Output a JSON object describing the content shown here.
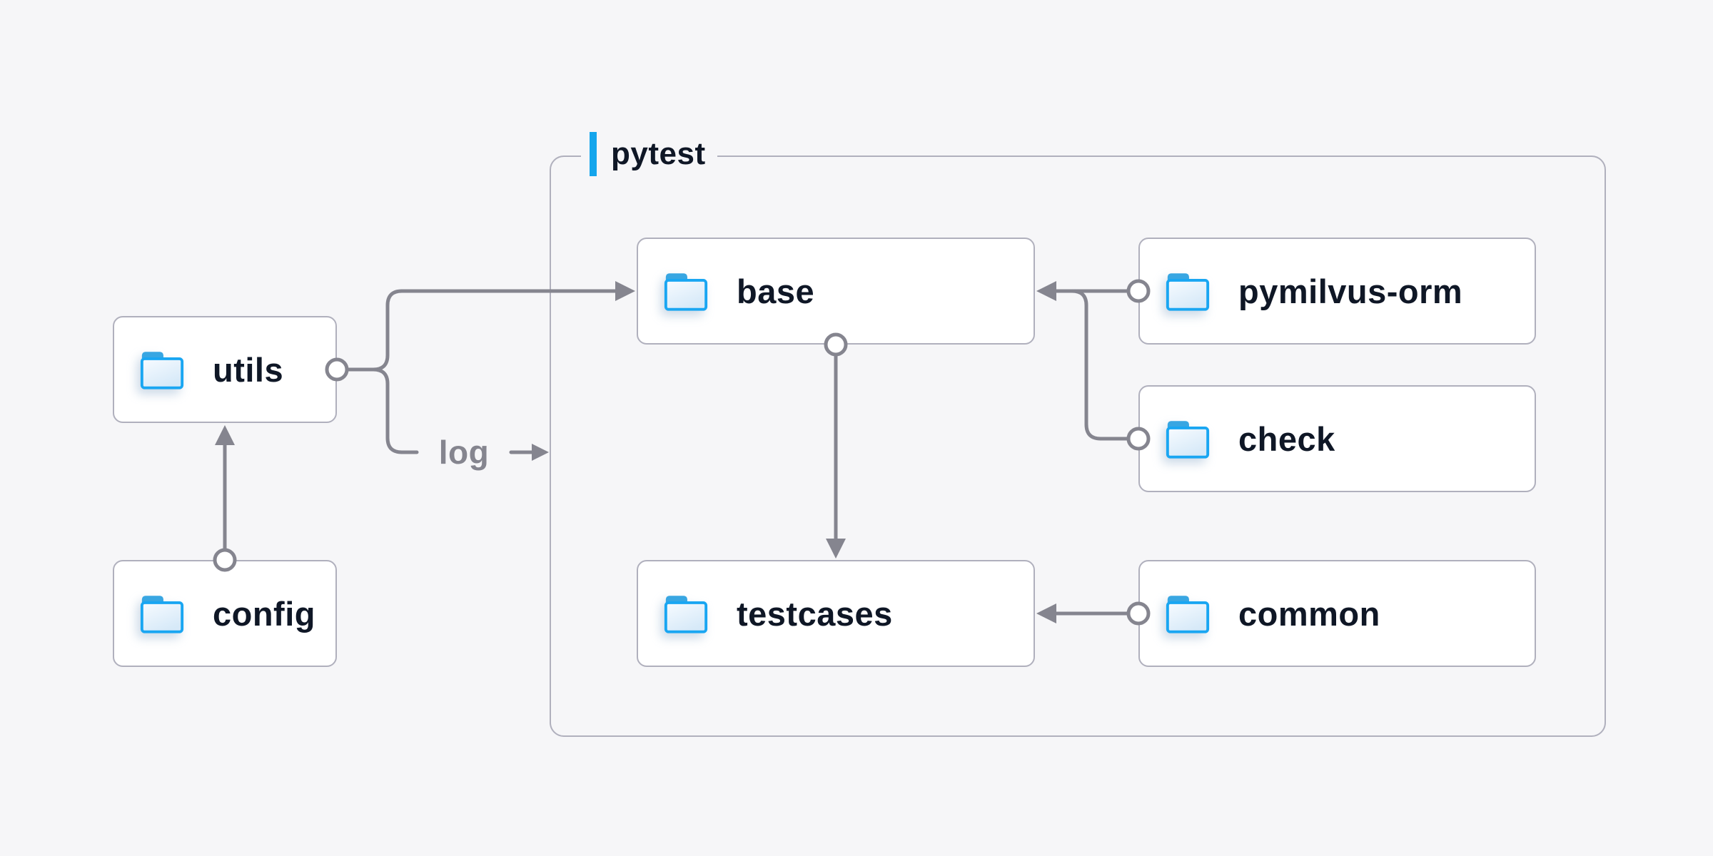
{
  "colors": {
    "background": "#F6F6F8",
    "node_fill": "#FFFFFF",
    "node_border": "#B0B0BD",
    "group_border": "#B0B0BD",
    "connector_gray": "#85858F",
    "label_text": "#0F1726",
    "edge_label_text": "#85858F",
    "accent_blue": "#14A5EC",
    "folder_stroke": "#19A6F2",
    "folder_tab": "#38A6E2",
    "folder_fill_top": "#F7FBFF",
    "folder_fill_bottom": "#D6E9F8"
  },
  "container": {
    "label": "pytest"
  },
  "nodes": [
    {
      "id": "utils",
      "label": "utils"
    },
    {
      "id": "config",
      "label": "config"
    },
    {
      "id": "base",
      "label": "base"
    },
    {
      "id": "testcases",
      "label": "testcases"
    },
    {
      "id": "pymilvus-orm",
      "label": "pymilvus-orm"
    },
    {
      "id": "check",
      "label": "check"
    },
    {
      "id": "common",
      "label": "common"
    }
  ],
  "edges": [
    {
      "from": "config",
      "to": "utils",
      "label": ""
    },
    {
      "from": "utils",
      "to": "base",
      "label": ""
    },
    {
      "from": "utils",
      "to": "pytest",
      "label": "log"
    },
    {
      "from": "pymilvus-orm",
      "to": "base",
      "label": ""
    },
    {
      "from": "check",
      "to": "base",
      "label": ""
    },
    {
      "from": "base",
      "to": "testcases",
      "label": ""
    },
    {
      "from": "common",
      "to": "testcases",
      "label": ""
    }
  ],
  "icons": {
    "node_icon": "folder-icon",
    "edge_start": "circle-dot",
    "edge_end": "arrowhead"
  }
}
